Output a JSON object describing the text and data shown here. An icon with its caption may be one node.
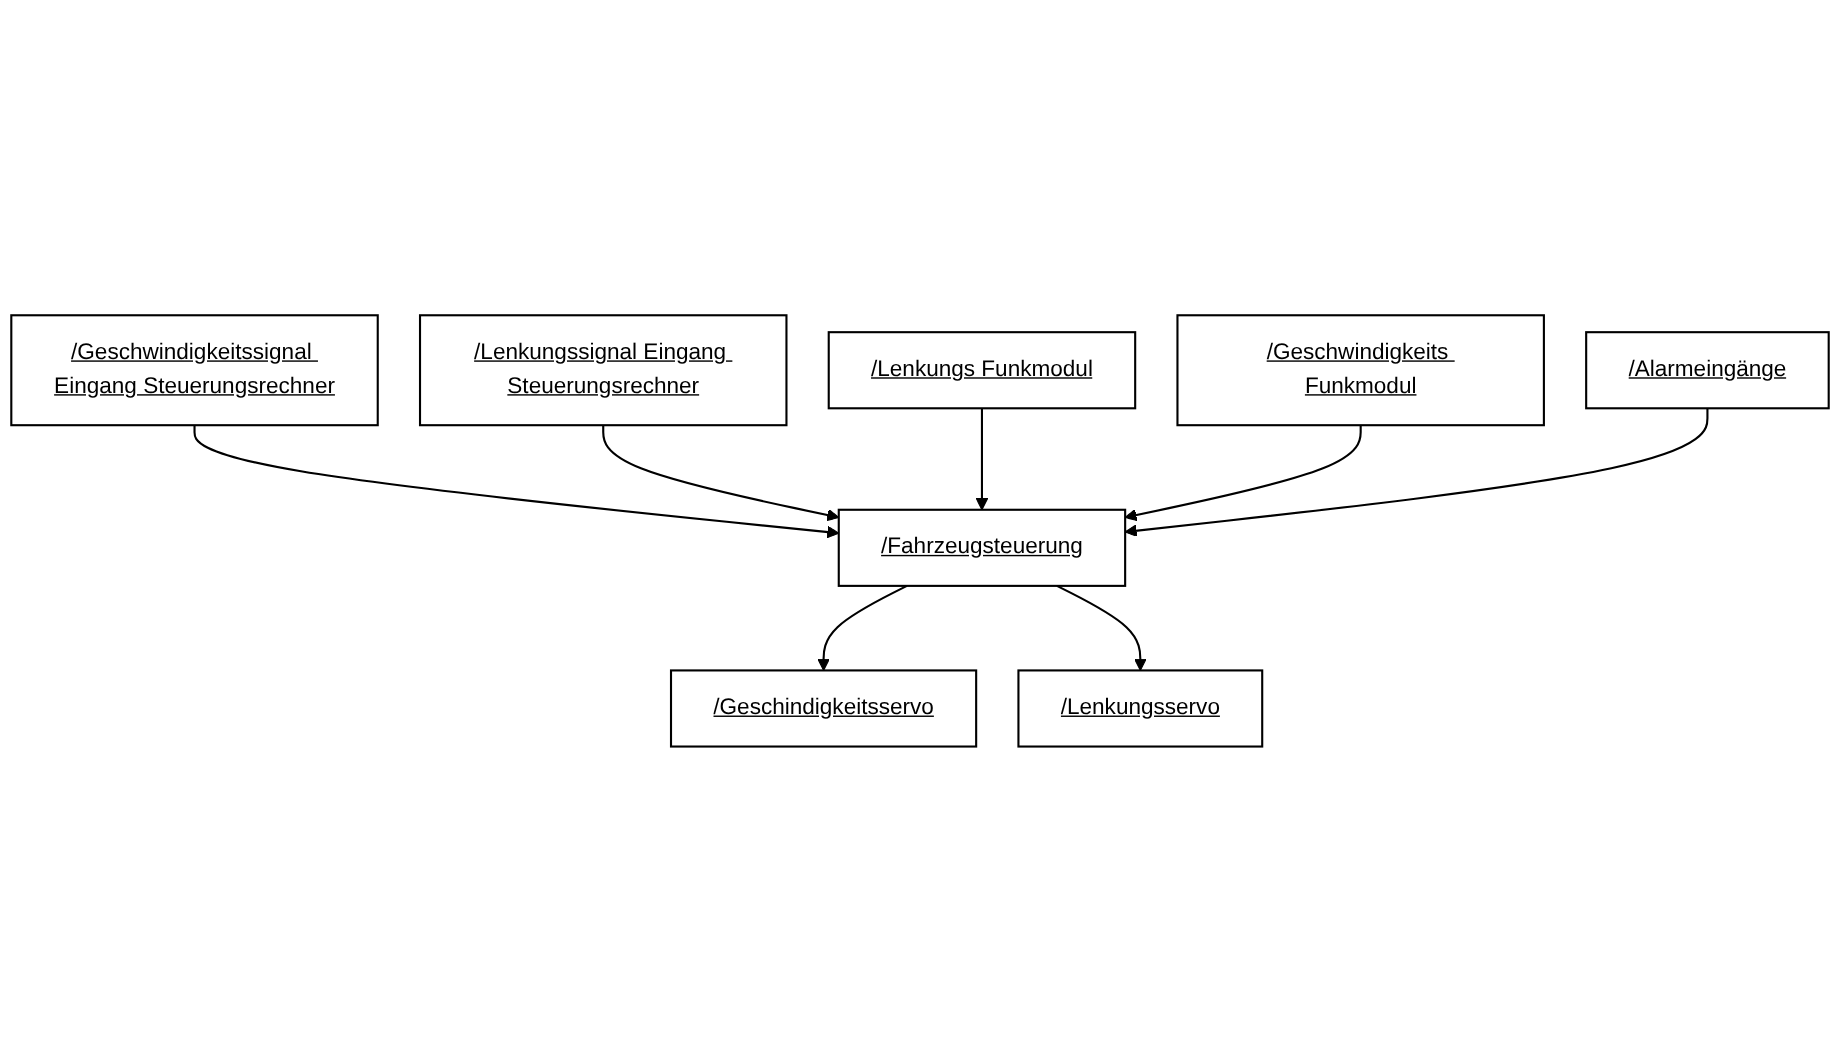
{
  "diagram": {
    "nodes": [
      {
        "text": [
          "/Geschwindigkeitssignal Eingang Steuerungsrechner"
        ]
      },
      {
        "text": [
          "/Lenkungssignal Eingang Steuerungsrechner"
        ]
      },
      {
        "text": [
          "/Lenkungs Funkmodul"
        ]
      },
      {
        "text": [
          "/Fahrzeugsteuerung"
        ]
      },
      {
        "text": [
          "/Alarmeingänge"
        ]
      },
      {
        "text": [
          "/Geschwindigkeits Funkmodul"
        ]
      },
      {
        "text": [
          "/Geschindigkeitsservo"
        ]
      },
      {
        "text": [
          "/Lenkungsservo"
        ]
      }
    ],
    "edges": [
      {
        "from": 0,
        "to": 3,
        "arrow": "to"
      },
      {
        "from": 1,
        "to": 3,
        "arrow": "to"
      },
      {
        "from": 2,
        "to": 3,
        "arrow": "to"
      },
      {
        "from": 5,
        "to": 3,
        "arrow": "to"
      },
      {
        "from": 4,
        "to": 3,
        "arrow": "to"
      },
      {
        "from": 3,
        "to": 6,
        "arrow": "to"
      },
      {
        "from": 3,
        "to": 7,
        "arrow": "to"
      }
    ]
  }
}
